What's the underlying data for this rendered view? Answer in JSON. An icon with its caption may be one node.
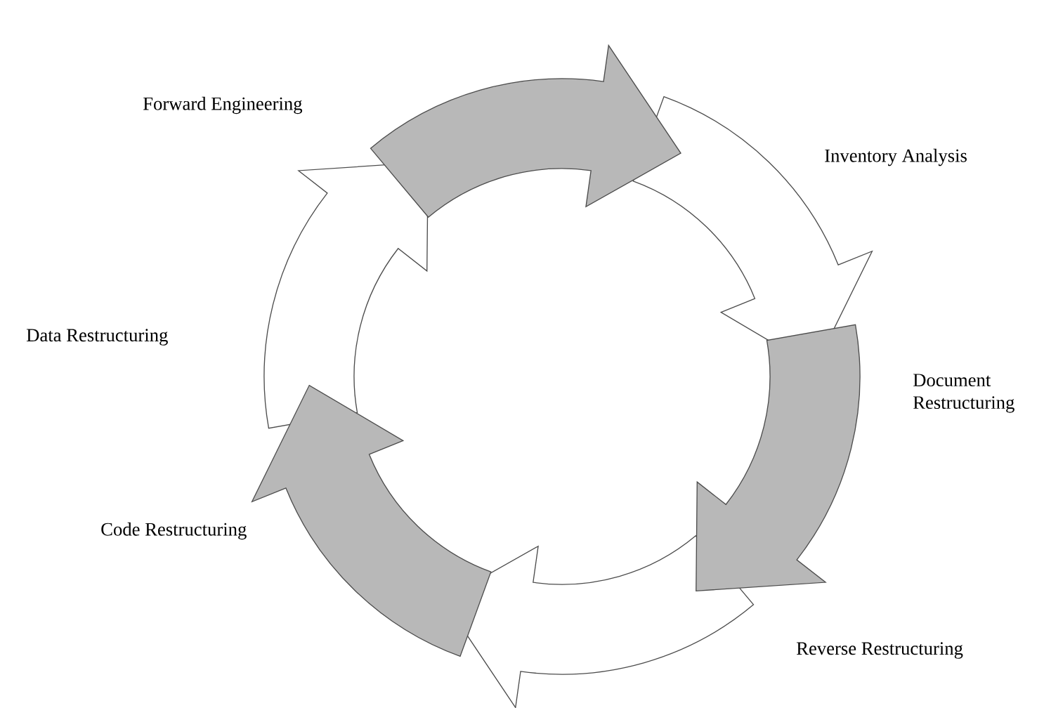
{
  "diagram": {
    "nodes": [
      {
        "text": [
          "Forward Engineering"
        ]
      },
      {
        "text": [
          "Inventory Analysis"
        ]
      },
      {
        "text": [
          "Document Restructuring"
        ]
      },
      {
        "text": [
          "Reverse Restructuring"
        ]
      },
      {
        "text": [
          "Code Restructuring"
        ]
      },
      {
        "text": [
          "Data Restructuring"
        ]
      }
    ],
    "edges": [
      {
        "from": 0,
        "to": 1,
        "arrow": "to",
        "color": "#b8b8b8"
      },
      {
        "from": 1,
        "to": 2,
        "arrow": "to"
      },
      {
        "from": 2,
        "to": 3,
        "arrow": "to",
        "color": "#b8b8b8"
      },
      {
        "from": 3,
        "to": 4,
        "arrow": "to"
      },
      {
        "from": 4,
        "to": 5,
        "arrow": "to",
        "color": "#b8b8b8"
      },
      {
        "from": 5,
        "to": 0,
        "arrow": "to"
      }
    ]
  }
}
